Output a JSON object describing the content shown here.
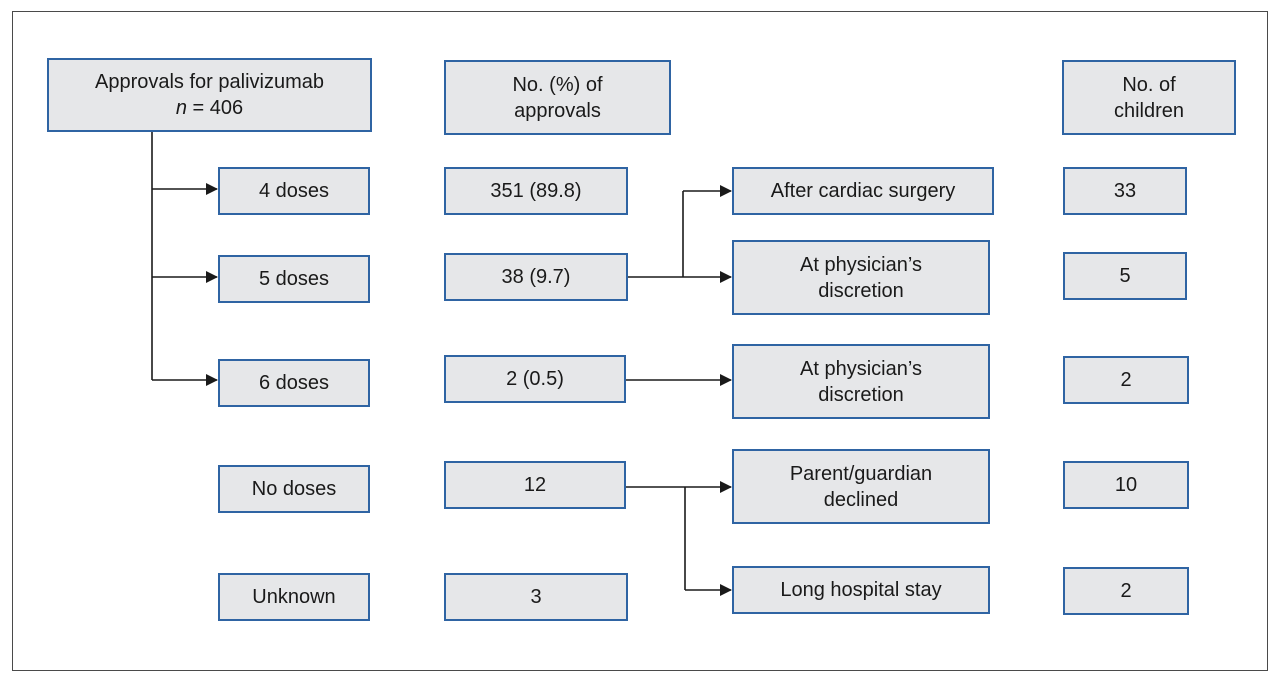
{
  "colors": {
    "box_border": "#2f64a3",
    "box_fill": "#e6e7e9",
    "connector": "#1a1a1a",
    "frame": "#4a4a4a"
  },
  "headers": {
    "root": {
      "line1": "Approvals for palivizumab",
      "n_label": "n",
      "n_value": "= 406"
    },
    "approvals": {
      "line1": "No. (%) of",
      "line2": "approvals"
    },
    "children": {
      "line1": "No. of",
      "line2": "children"
    }
  },
  "doses": [
    "4 doses",
    "5 doses",
    "6 doses",
    "No doses",
    "Unknown"
  ],
  "approvals": [
    "351 (89.8)",
    "38 (9.7)",
    "2 (0.5)",
    "12",
    "3"
  ],
  "reasons": [
    {
      "line1": "After cardiac surgery",
      "line2": ""
    },
    {
      "line1": "At physician’s",
      "line2": "discretion"
    },
    {
      "line1": "At physician’s",
      "line2": "discretion"
    },
    {
      "line1": "Parent/guardian",
      "line2": "declined"
    },
    {
      "line1": "Long hospital stay",
      "line2": ""
    }
  ],
  "children": [
    "33",
    "5",
    "2",
    "10",
    "2"
  ]
}
